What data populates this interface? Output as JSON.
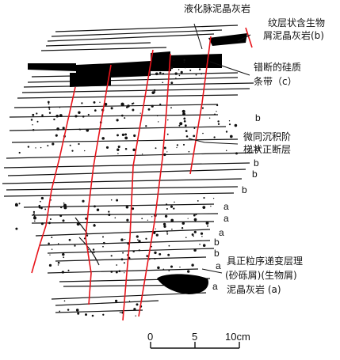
{
  "labels": {
    "vein_limestone": "液化脉泥晶灰岩",
    "laminated_line1": "纹层状含生物",
    "laminated_line2": "屑泥晶灰岩(b)",
    "fault_line1": "错断的硅质",
    "fault_line2": "条带（c）",
    "micro_line1": "微同沉积阶",
    "micro_line2": "梯状正断层",
    "graded_line1": "具正粒序递变层理",
    "graded_line2": "(砂砾屑)(生物屑)",
    "graded_line3": "泥晶灰岩 (a)"
  },
  "bed_labels": [
    "b",
    "a",
    "b",
    "b",
    "b",
    "a",
    "a",
    "a",
    "b",
    "b",
    "a",
    "a"
  ],
  "scale": {
    "ticks": [
      "0",
      "5",
      "10cm"
    ]
  },
  "colors": {
    "fault": "#e8141b",
    "lines": "#111111",
    "fill": "#000000"
  }
}
